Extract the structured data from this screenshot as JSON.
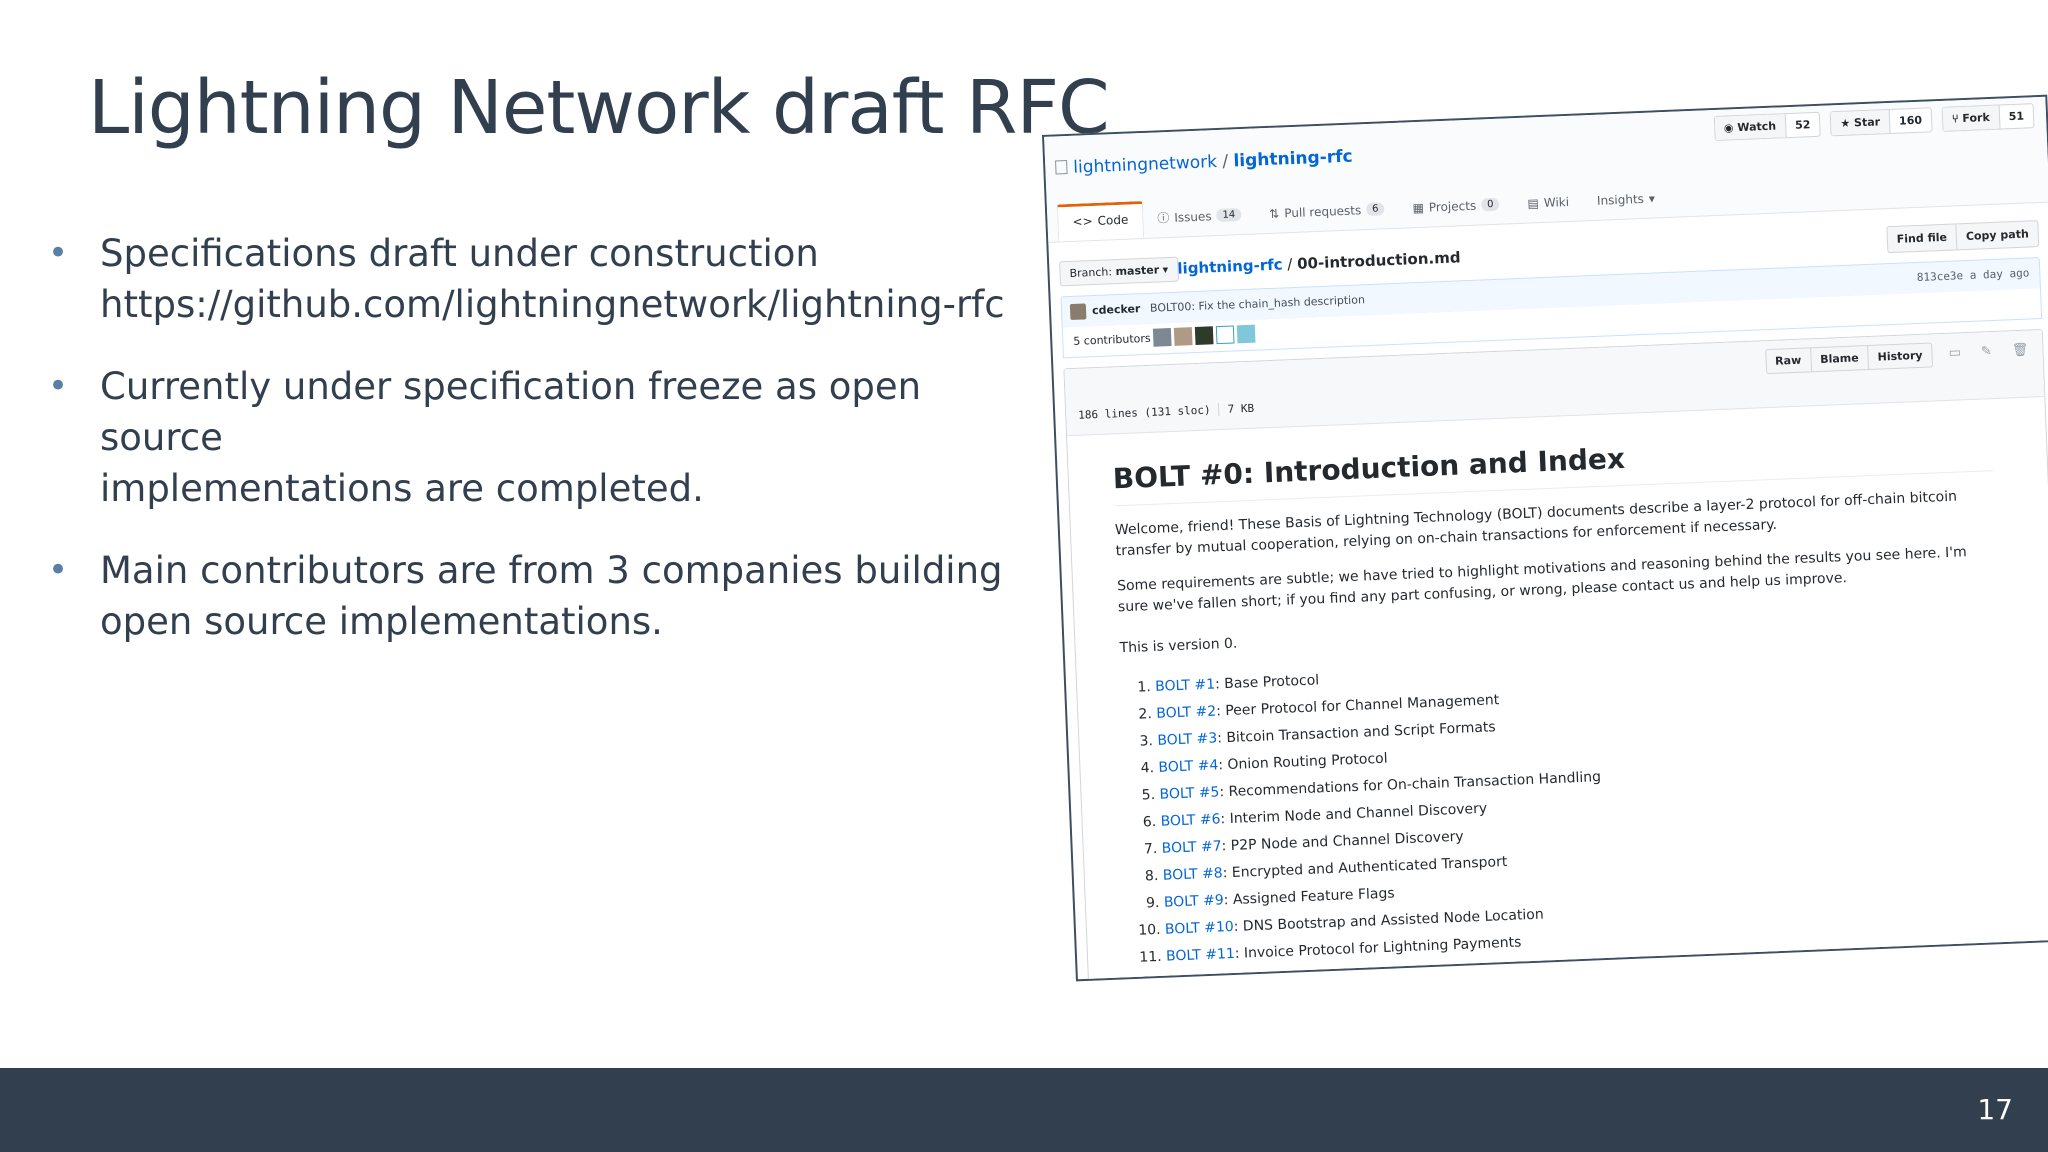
{
  "slide": {
    "title": "Lightning Network draft RFC",
    "bullets": [
      "Specifications draft under construction\nhttps://github.com/lightningnetwork/lightning-rfc",
      "Currently under specification freeze as open source\nimplementations are completed.",
      "Main contributors are from 3 companies building\nopen source implementations."
    ],
    "bullet_glyph": "•",
    "page_number": "17",
    "colors": {
      "title": "#323f4f",
      "footer": "#323f4f",
      "bullet": "#5a7fa6"
    }
  },
  "github": {
    "owner": "lightningnetwork",
    "separator": "/",
    "repo": "lightning-rfc",
    "watch_label": "Watch",
    "watch_count": "52",
    "star_label": "Star",
    "star_count": "160",
    "fork_label": "Fork",
    "fork_count": "51",
    "tabs": [
      {
        "label": "Code",
        "icon": "code-icon"
      },
      {
        "label": "Issues",
        "count": "14",
        "icon": "issue-icon"
      },
      {
        "label": "Pull requests",
        "count": "6",
        "icon": "pull-request-icon"
      },
      {
        "label": "Projects",
        "count": "0",
        "icon": "project-icon"
      },
      {
        "label": "Wiki",
        "icon": "book-icon"
      },
      {
        "label": "Insights",
        "icon": "graph-icon"
      }
    ],
    "branch_label": "Branch:",
    "branch": "master",
    "breadcrumb_repo": "lightning-rfc",
    "breadcrumb_sep": "/",
    "file_name": "00-introduction.md",
    "find_file": "Find file",
    "copy_path": "Copy path",
    "commit": {
      "author": "cdecker",
      "message": "BOLT00: Fix the chain_hash description",
      "sha": "813ce3e",
      "time": "a day ago"
    },
    "contributors": "5 contributors",
    "file_meta": {
      "lines": "186 lines (131 sloc)",
      "size": "7 KB"
    },
    "file_buttons": [
      "Raw",
      "Blame",
      "History"
    ],
    "markdown": {
      "title": "BOLT #0: Introduction and Index",
      "para1": "Welcome, friend! These Basis of Lightning Technology (BOLT) documents describe a layer-2 protocol for off-chain bitcoin transfer by mutual cooperation, relying on on-chain transactions for enforcement if necessary.",
      "para2": "Some requirements are subtle; we have tried to highlight motivations and reasoning behind the results you see here. I'm sure we've fallen short; if you find any part confusing, or wrong, please contact us and help us improve.",
      "version": "This is version 0.",
      "list": [
        {
          "link": "BOLT #1",
          "text": ": Base Protocol"
        },
        {
          "link": "BOLT #2",
          "text": ": Peer Protocol for Channel Management"
        },
        {
          "link": "BOLT #3",
          "text": ": Bitcoin Transaction and Script Formats"
        },
        {
          "link": "BOLT #4",
          "text": ": Onion Routing Protocol"
        },
        {
          "link": "BOLT #5",
          "text": ": Recommendations for On-chain Transaction Handling"
        },
        {
          "link": "BOLT #6",
          "text": ": Interim Node and Channel Discovery"
        },
        {
          "link": "BOLT #7",
          "text": ": P2P Node and Channel Discovery"
        },
        {
          "link": "BOLT #8",
          "text": ": Encrypted and Authenticated Transport"
        },
        {
          "link": "BOLT #9",
          "text": ": Assigned Feature Flags"
        },
        {
          "link": "BOLT #10",
          "text": ": DNS Bootstrap and Assisted Node Location"
        },
        {
          "link": "BOLT #11",
          "text": ": Invoice Protocol for Lightning Payments"
        }
      ]
    }
  }
}
